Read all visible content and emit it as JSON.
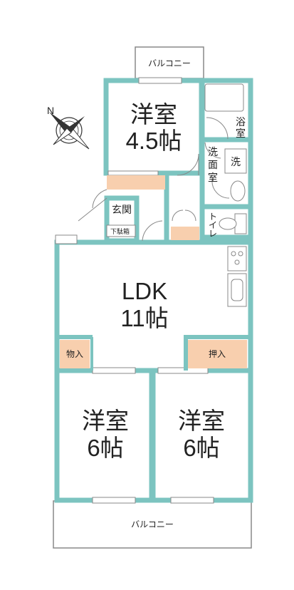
{
  "colors": {
    "wall": "#7cc4c0",
    "storage": "#f8cfae",
    "line": "#888888"
  },
  "rooms": {
    "western_top": {
      "line1": "洋室",
      "line2": "4.5帖"
    },
    "ldk": {
      "line1": "LDK",
      "line2": "11帖"
    },
    "western_left": {
      "line1": "洋室",
      "line2": "6帖"
    },
    "western_right": {
      "line1": "洋室",
      "line2": "6帖"
    },
    "bath": {
      "char1": "浴",
      "char2": "室"
    },
    "washroom": {
      "char1": "洗",
      "char2": "面",
      "char3": "室"
    },
    "washer": "洗",
    "toilet": {
      "char1": "ト",
      "char2": "イ",
      "char3": "レ"
    },
    "entrance": "玄関",
    "shoe_box": "下駄箱"
  },
  "storage": {
    "mono": "物入",
    "oshiire": "押入"
  },
  "balcony": {
    "top": "バルコニー",
    "bottom": "バルコニー"
  },
  "compass": {
    "label": "N"
  }
}
